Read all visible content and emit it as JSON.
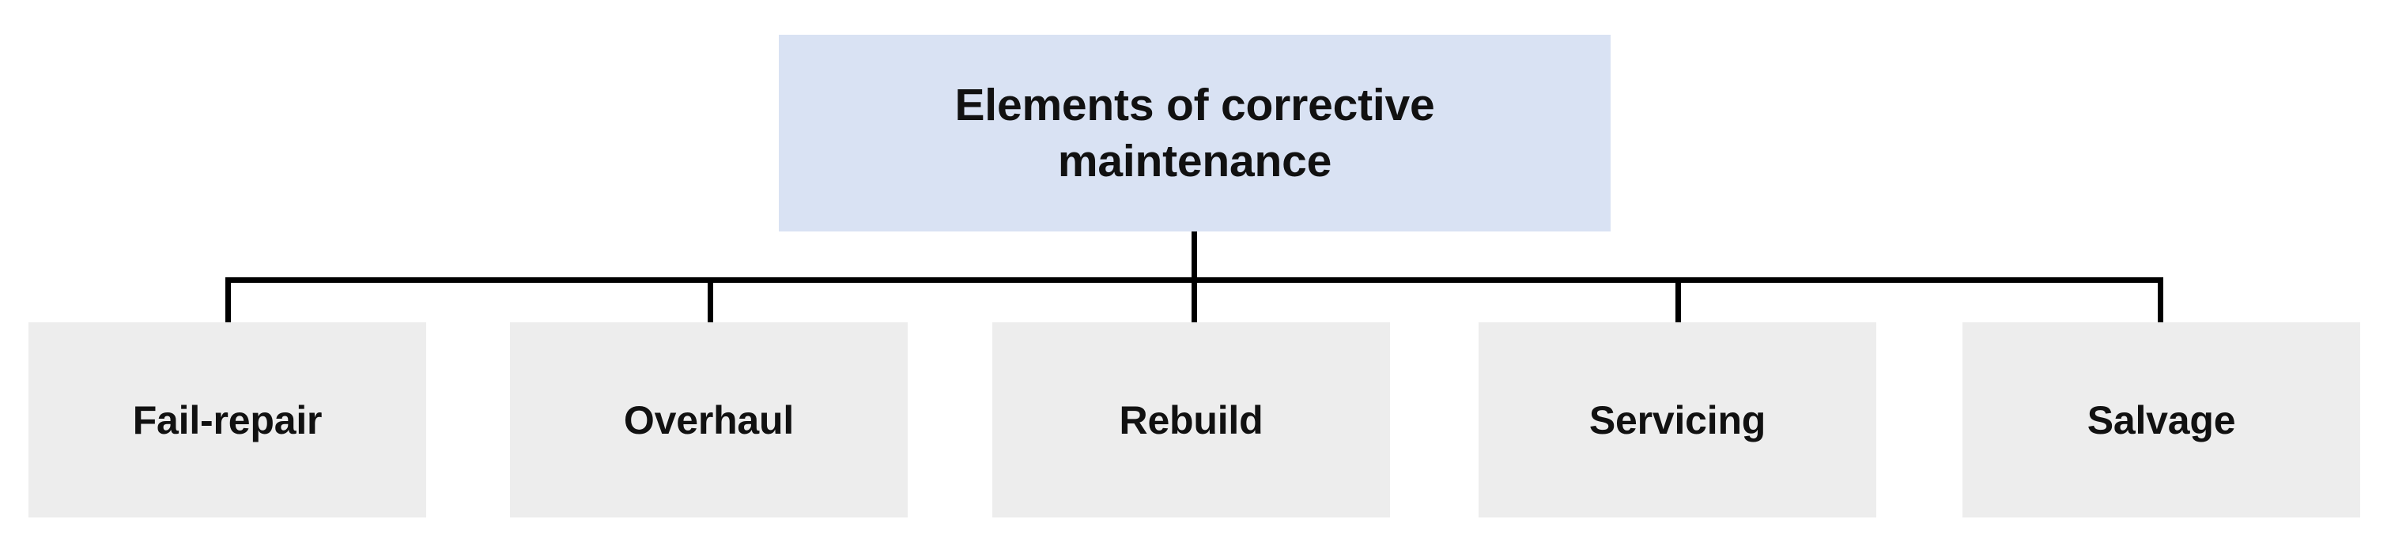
{
  "diagram": {
    "type": "hierarchy-tree",
    "orientation": "top-down",
    "root": {
      "label": "Elements of corrective maintenance",
      "fill_color": "#D9E2F3",
      "text_color": "#111111"
    },
    "children": [
      {
        "label": "Fail-repair",
        "fill_color": "#EDEDED",
        "text_color": "#111111"
      },
      {
        "label": "Overhaul",
        "fill_color": "#EDEDED",
        "text_color": "#111111"
      },
      {
        "label": "Rebuild",
        "fill_color": "#EDEDED",
        "text_color": "#111111"
      },
      {
        "label": "Servicing",
        "fill_color": "#EDEDED",
        "text_color": "#111111"
      },
      {
        "label": "Salvage",
        "fill_color": "#EDEDED",
        "text_color": "#111111"
      }
    ],
    "connector_color": "#000000",
    "background_color": "#FFFFFF"
  }
}
